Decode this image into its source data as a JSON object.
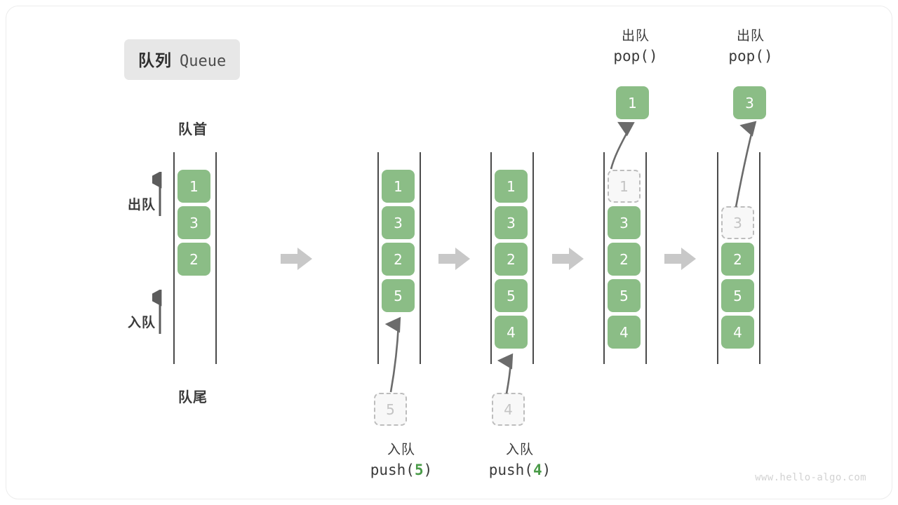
{
  "title": {
    "cn": "队列",
    "en": "Queue"
  },
  "labels": {
    "head": "队首",
    "tail": "队尾",
    "dequeue": "出队",
    "enqueue": "入队"
  },
  "watermark": "www.hello-algo.com",
  "colors": {
    "element_green": "#8bbd86",
    "ghost_fill": "#f8f8f8",
    "ghost_border": "#bdbdbd",
    "ghost_text": "#c4c4c4",
    "rail": "#4a4a4a",
    "arrow_gray": "#6b6b6b",
    "transition_arrow": "#c8c8c8",
    "badge_bg": "#e7e7e7",
    "text_dark": "#3a3a3a",
    "code_green": "#4a9b48"
  },
  "stages": [
    {
      "name": "initial",
      "elements": [
        "1",
        "3",
        "2"
      ],
      "ghost_top": null,
      "incoming": null,
      "popped": null,
      "caption": null
    },
    {
      "name": "after-push-5",
      "elements": [
        "1",
        "3",
        "2",
        "5"
      ],
      "ghost_top": null,
      "incoming": "5",
      "popped": null,
      "caption": {
        "cn": "入队",
        "code_prefix": "push(",
        "code_value": "5",
        "code_suffix": ")"
      }
    },
    {
      "name": "after-push-4",
      "elements": [
        "1",
        "3",
        "2",
        "5",
        "4"
      ],
      "ghost_top": null,
      "incoming": "4",
      "popped": null,
      "caption": {
        "cn": "入队",
        "code_prefix": "push(",
        "code_value": "4",
        "code_suffix": ")"
      }
    },
    {
      "name": "after-pop-1",
      "elements": [
        "3",
        "2",
        "5",
        "4"
      ],
      "ghost_top": "1",
      "incoming": null,
      "popped": "1",
      "pop_caption": {
        "cn": "出队",
        "code": "pop()"
      }
    },
    {
      "name": "after-pop-3",
      "elements": [
        "2",
        "5",
        "4"
      ],
      "ghost_top": "3",
      "incoming": null,
      "popped": "3",
      "pop_caption": {
        "cn": "出队",
        "code": "pop()"
      }
    }
  ],
  "pop_labels": [
    {
      "cn": "出队",
      "code": "pop()"
    },
    {
      "cn": "出队",
      "code": "pop()"
    }
  ]
}
